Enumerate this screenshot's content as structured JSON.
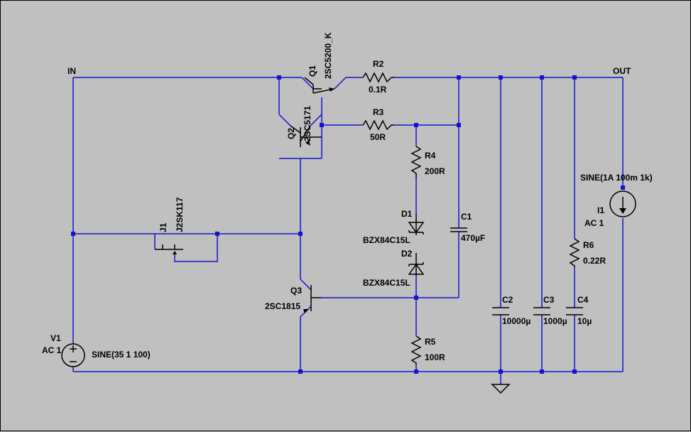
{
  "nets": {
    "in": "IN",
    "out": "OUT"
  },
  "components": {
    "Q1": {
      "ref": "Q1",
      "model": "2SC5200_K"
    },
    "Q2": {
      "ref": "Q2",
      "model": "2SC5171"
    },
    "Q3": {
      "ref": "Q3",
      "model": "2SC1815"
    },
    "J1": {
      "ref": "J1",
      "model": "J2SK117"
    },
    "R2": {
      "ref": "R2",
      "value": "0.1R"
    },
    "R3": {
      "ref": "R3",
      "value": "50R"
    },
    "R4": {
      "ref": "R4",
      "value": "200R"
    },
    "R5": {
      "ref": "R5",
      "value": "100R"
    },
    "R6": {
      "ref": "R6",
      "value": "0.22R"
    },
    "D1": {
      "ref": "D1",
      "value": "BZX84C15L"
    },
    "D2": {
      "ref": "D2",
      "value": "BZX84C15L"
    },
    "C1": {
      "ref": "C1",
      "value": "470µF"
    },
    "C2": {
      "ref": "C2",
      "value": "10000µ"
    },
    "C3": {
      "ref": "C3",
      "value": "1000µ"
    },
    "C4": {
      "ref": "C4",
      "value": "10µ"
    },
    "V1": {
      "ref": "V1",
      "ac": "AC 1",
      "value": "SINE(35 1 100)"
    },
    "I1": {
      "ref": "I1",
      "ac": "AC 1",
      "value": "SINE(1A 100m 1k)"
    }
  }
}
